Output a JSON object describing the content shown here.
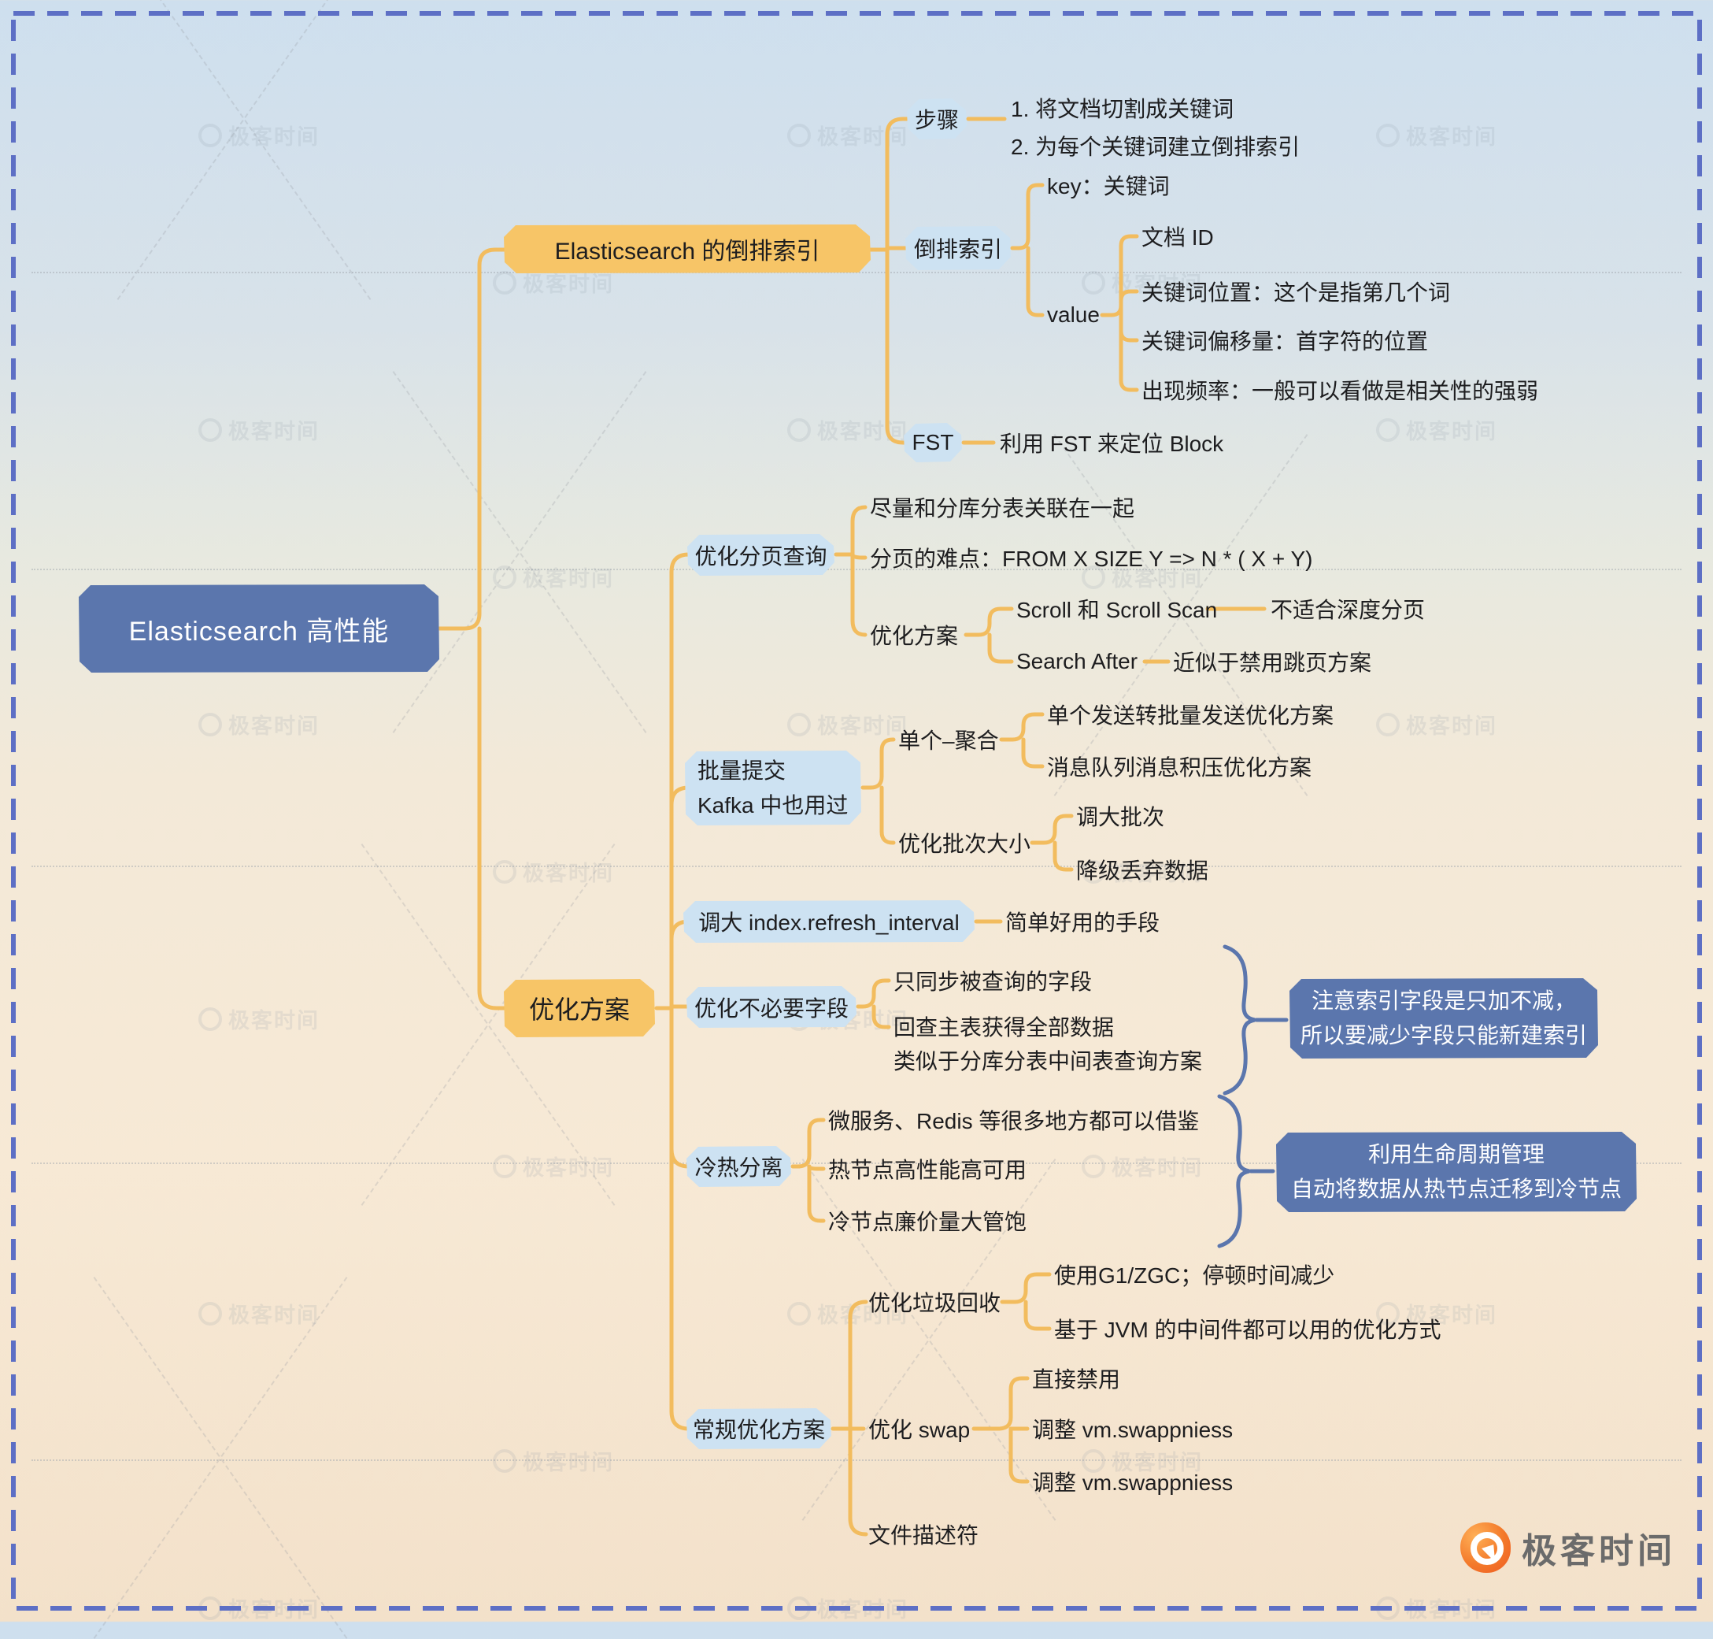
{
  "root": {
    "label": "Elasticsearch 高性能"
  },
  "branch_inverted_index": {
    "label": "Elasticsearch 的倒排索引",
    "steps": {
      "label": "步骤",
      "line1": "1. 将文档切割成关键词",
      "line2": "2. 为每个关键词建立倒排索引"
    },
    "inverted": {
      "label": "倒排索引",
      "key": "key：关键词",
      "value": "value",
      "value_items": [
        "文档 ID",
        "关键词位置：这个是指第几个词",
        "关键词偏移量：首字符的位置",
        "出现频率：一般可以看做是相关性的强弱"
      ]
    },
    "fst": {
      "label": "FST",
      "note": "利用 FST 来定位 Block"
    }
  },
  "branch_optimize": {
    "label": "优化方案",
    "paging": {
      "label": "优化分页查询",
      "item1": "尽量和分库分表关联在一起",
      "item2": "分页的难点：FROM X SIZE Y => N * ( X + Y)",
      "plans": {
        "label": "优化方案",
        "scroll": {
          "label": "Scroll 和 Scroll Scan",
          "note": "不适合深度分页"
        },
        "search_after": {
          "label": "Search After",
          "note": "近似于禁用跳页方案"
        }
      }
    },
    "bulk": {
      "label_line1": "批量提交",
      "label_line2": "Kafka 中也用过",
      "single": {
        "label": "单个–聚合",
        "item1": "单个发送转批量发送优化方案",
        "item2": "消息队列消息积压优化方案"
      },
      "batch_size": {
        "label": "优化批次大小",
        "item1": "调大批次",
        "item2": "降级丢弃数据"
      }
    },
    "refresh": {
      "label": "调大 index.refresh_interval",
      "note": "简单好用的手段"
    },
    "fields": {
      "label": "优化不必要字段",
      "item1": "只同步被查询的字段",
      "item2_line1": "回查主表获得全部数据",
      "item2_line2": "类似于分库分表中间表查询方案",
      "callout_line1": "注意索引字段是只加不减，",
      "callout_line2": "所以要减少字段只能新建索引"
    },
    "hot_cold": {
      "label": "冷热分离",
      "item1": "微服务、Redis 等很多地方都可以借鉴",
      "item2": "热节点高性能高可用",
      "item3": "冷节点廉价量大管饱",
      "callout_line1": "利用生命周期管理",
      "callout_line2": "自动将数据从热节点迁移到冷节点"
    },
    "general": {
      "label": "常规优化方案",
      "gc": {
        "label": "优化垃圾回收",
        "item1": "使用G1/ZGC；停顿时间减少",
        "item2": "基于 JVM 的中间件都可以用的优化方式"
      },
      "swap": {
        "label": "优化 swap",
        "item1": "直接禁用",
        "item2": "调整 vm.swappniess",
        "item3": "调整 vm.swappniess"
      },
      "fd": {
        "label": "文件描述符"
      }
    }
  },
  "logo": {
    "text": "极客时间"
  },
  "watermark": {
    "text": "极客时间"
  },
  "colors": {
    "root_node": "#5b76ad",
    "branch_node": "#f7c567",
    "sub_node": "#cde2f2",
    "callout_node": "#5b76ad",
    "connector": "#f2bc5e",
    "brace": "#5b76ad",
    "page_border": "#5d6fc5",
    "logo_orange": "#ef5a22"
  }
}
